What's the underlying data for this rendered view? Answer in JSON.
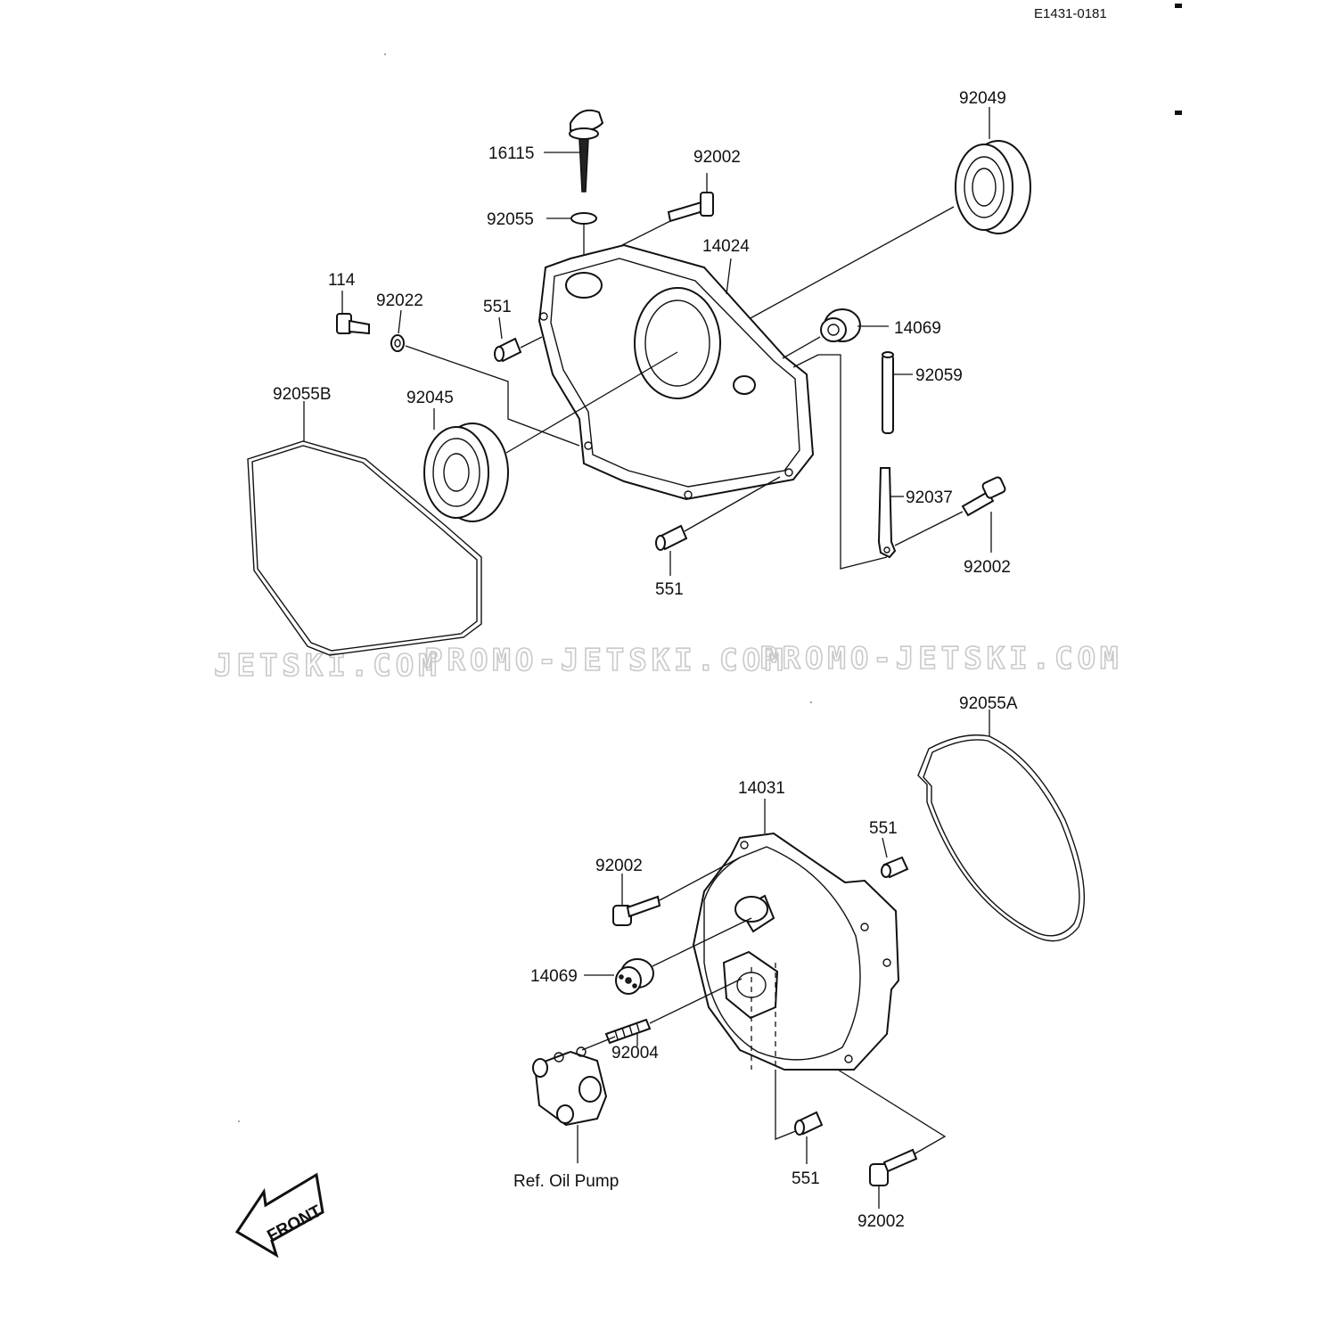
{
  "diagram_code": "E1431-0181",
  "watermarks": [
    "JETSKI.COM",
    "PROMO-JETSKI.COM",
    "PROMO-JETSKI.COM"
  ],
  "parts": {
    "cap": "16115",
    "bolt_top": "92002",
    "oring_top": "92055",
    "bearing_top_right": "92049",
    "cover_upper": "14024",
    "bolt_small": "114",
    "washer": "92022",
    "dowel_left": "551",
    "grommet_top": "14069",
    "pipe": "92059",
    "gasket_b": "92055B",
    "bearing_left": "92045",
    "clamp": "92037",
    "bolt_clamp": "92002",
    "dowel_bottom": "551",
    "gasket_a": "92055A",
    "cover_lower": "14031",
    "dowel_right": "551",
    "bolt_lower": "92002",
    "grommet_lower": "14069",
    "stud": "92004",
    "dowel_lower": "551",
    "bolt_bottom": "92002"
  },
  "ref_label": "Ref. Oil Pump",
  "front_label": "FRONT",
  "icons": [
    "front-arrow-icon"
  ]
}
